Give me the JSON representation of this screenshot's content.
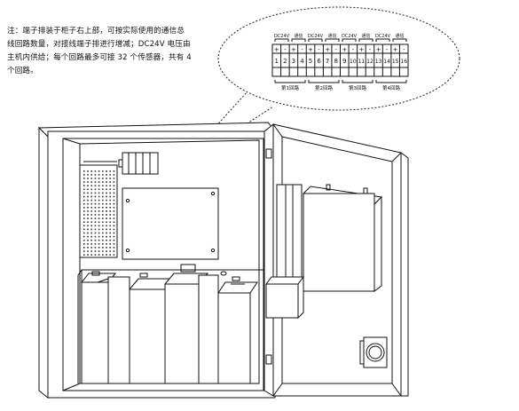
{
  "note": {
    "lines": [
      "注：端子排装于柜子右上部，可按实际使用的通信总",
      "线回路数量，对接线端子排进行增减；DC24V 电压由",
      "主机内供给；每个回路最多可接 32 个传感器，共有 4",
      "个回路。"
    ]
  },
  "terminal_block": {
    "top_labels": [
      "DC24V",
      "通信",
      "DC24V",
      "通信",
      "DC24V",
      "通信",
      "DC24V",
      "通信"
    ],
    "polarity": [
      "+",
      "-",
      "+",
      "-",
      "+",
      "-",
      "+",
      "-",
      "+",
      "-",
      "+",
      "-",
      "+",
      "-",
      "+",
      "-"
    ],
    "numbers": [
      "1",
      "2",
      "3",
      "4",
      "5",
      "6",
      "7",
      "8",
      "9",
      "10",
      "11",
      "12",
      "13",
      "14",
      "15",
      "16"
    ],
    "circuits": [
      "第1回路",
      "第2回路",
      "第3回路",
      "第4回路"
    ]
  }
}
